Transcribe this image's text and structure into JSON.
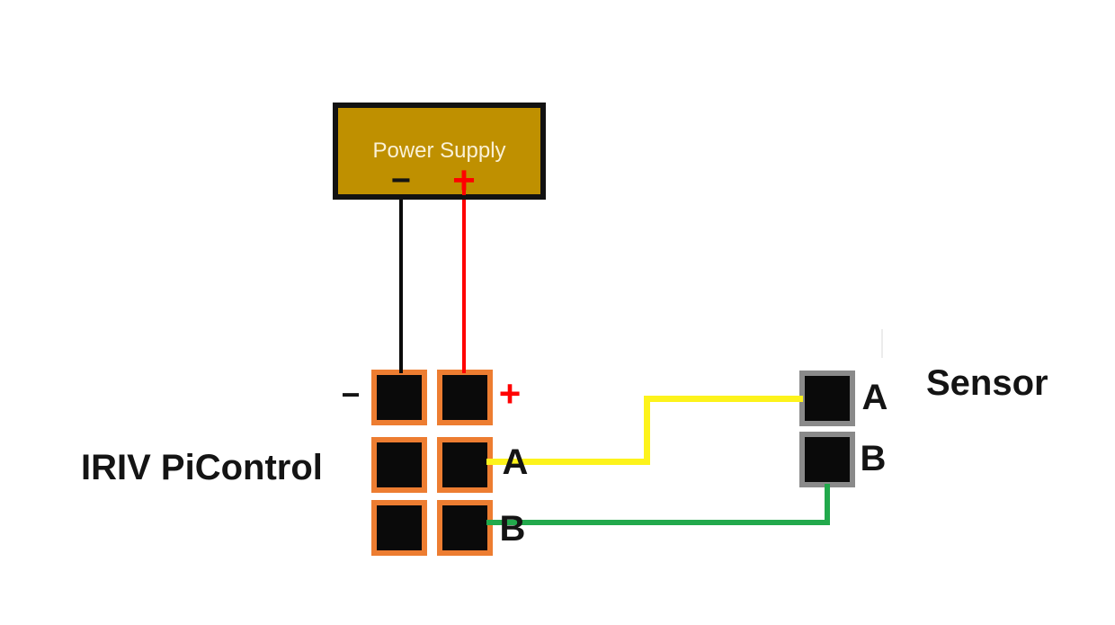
{
  "colors": {
    "power_fill": "#BF9000",
    "box_border": "#121212",
    "terminal_border": "#ED7D31",
    "terminal_fill": "#0A0A0A",
    "sensor_border": "#8A8A8A",
    "wire_negative": "#0B0B0B",
    "wire_positive": "#FF0000",
    "wire_a": "#FDF31B",
    "wire_b": "#22A94C",
    "label_red": "#FF0000",
    "label_black": "#141414",
    "power_label_text": "#FAF1D6"
  },
  "power_supply": {
    "title": "Power Supply",
    "minus_label": "−",
    "plus_label": "+"
  },
  "controller": {
    "label": "IRIV PiControl",
    "pin_minus_label": "−",
    "pin_plus_label": "+",
    "pin_a_label": "A",
    "pin_b_label": "B"
  },
  "sensor": {
    "label": "Sensor",
    "pin_a_label": "A",
    "pin_b_label": "B"
  }
}
